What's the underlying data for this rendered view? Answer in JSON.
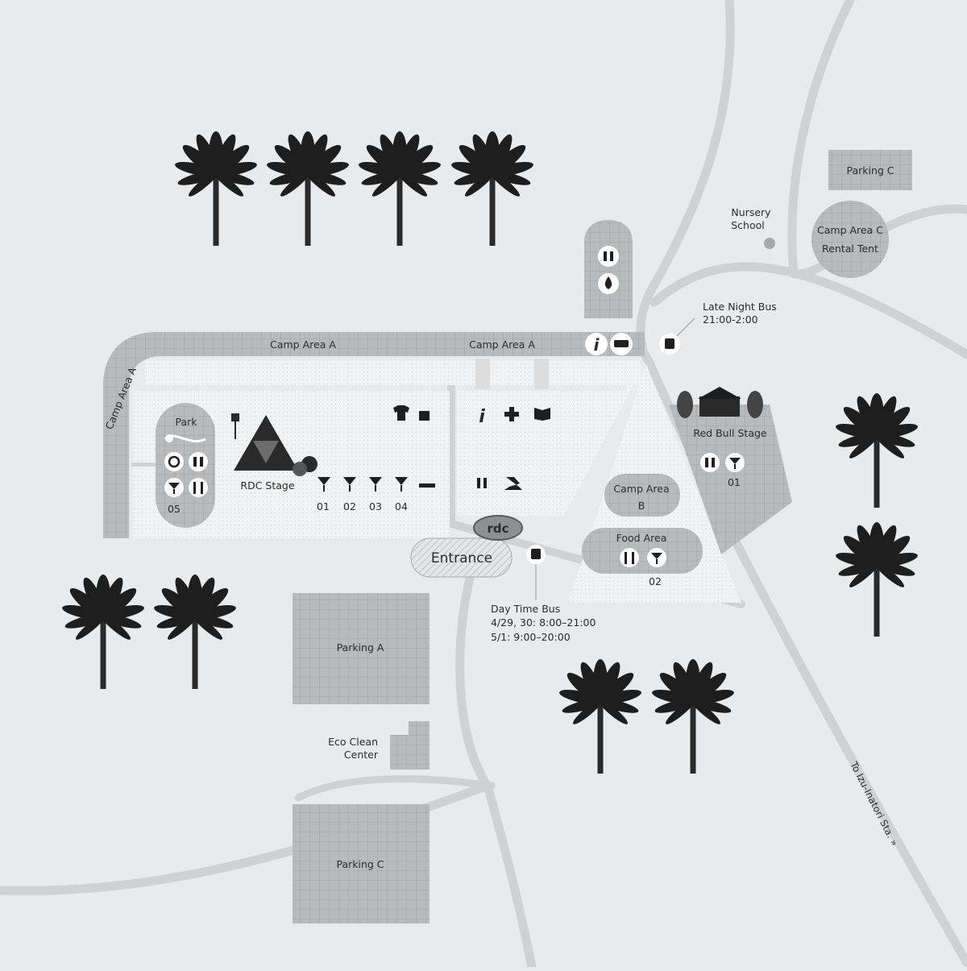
{
  "colors": {
    "background": "#e9eaeb",
    "road": "#d0d1d3",
    "grid_fill": "#b9babb",
    "grid_line": "#9c9d9f",
    "dots_fill": "#f1f2f3",
    "ink": "#1f1f1f"
  },
  "labels": {
    "camp_area_a_1": "Camp  Area  A",
    "camp_area_a_2": "Camp  Area  A",
    "camp_area_a_side": "Camp Area A",
    "park": "Park",
    "park_num": "05",
    "rdc_stage": "RDC Stage",
    "bar_nums": [
      "01",
      "02",
      "03",
      "04"
    ],
    "entrance": "Entrance",
    "rdc_logo": "rdc",
    "camp_area_b_1": "Camp Area",
    "camp_area_b_2": "B",
    "food_area": "Food Area",
    "food_num": "02",
    "red_bull_stage": "Red Bull Stage",
    "red_bull_num": "01",
    "late_night_bus_1": "Late Night Bus",
    "late_night_bus_2": "21:00-2:00",
    "nursery_1": "Nursery",
    "nursery_2": "School",
    "parking_c_top": "Parking C",
    "camp_area_c_1": "Camp Area C",
    "camp_area_c_2": "Rental Tent",
    "day_bus_1": "Day Time Bus",
    "day_bus_2": "4/29, 30: 8:00–21:00",
    "day_bus_3": "5/1: 9:00–20:00",
    "parking_a": "Parking A",
    "eco_1": "Eco Clean",
    "eco_2": "Center",
    "parking_c_bottom": "Parking C",
    "to_station": "To Izu-Inatori Sta. »"
  },
  "icons": [
    "restroom-icon",
    "water-drop-icon",
    "info-icon",
    "taxi-icon",
    "bus-icon",
    "birdhouse-icon",
    "t-shirt-icon",
    "coffee-icon",
    "medical-cross-icon",
    "book-icon",
    "rocking-horse-icon",
    "cocktail-icon",
    "fork-knife-icon",
    "smoking-icon",
    "turntable-icon",
    "palm-tree-icon"
  ]
}
